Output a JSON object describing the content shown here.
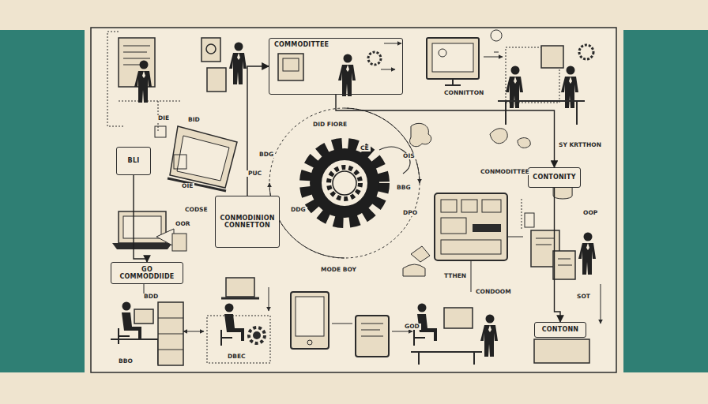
{
  "diagram": {
    "nodes": [
      {
        "text": [
          "COMMODITTEE"
        ]
      },
      {
        "text": [
          "BLI"
        ]
      },
      {
        "text": [
          "CONTONITY"
        ]
      },
      {
        "text": [
          "CONMODINION CONNETTON"
        ]
      },
      {
        "text": [
          "GO COMMODDIIDE"
        ]
      },
      {
        "text": [
          "CONTONN"
        ]
      }
    ],
    "edges": [
      {
        "from": 1,
        "to": 4,
        "arrow": "to"
      },
      {
        "from": 3,
        "to": 0,
        "arrow": "to"
      },
      {
        "from": 0,
        "to": 2,
        "arrow": "to"
      },
      {
        "from": 2,
        "to": 5,
        "arrow": "to"
      }
    ],
    "labels": [
      "DID FIORE",
      "CONNITTON",
      "SY KRTTHON",
      "CONMODITTEE",
      "DIE",
      "BID",
      "PUC",
      "BDG",
      "OIE",
      "CODSE",
      "OOR",
      "CE",
      "OIS",
      "BBG",
      "DPO",
      "DDG",
      "MODE BOY",
      "OOP",
      "SOT",
      "GOD",
      "TTHEN",
      "CONDOOM",
      "BDD",
      "BBO",
      "DBEC"
    ]
  }
}
